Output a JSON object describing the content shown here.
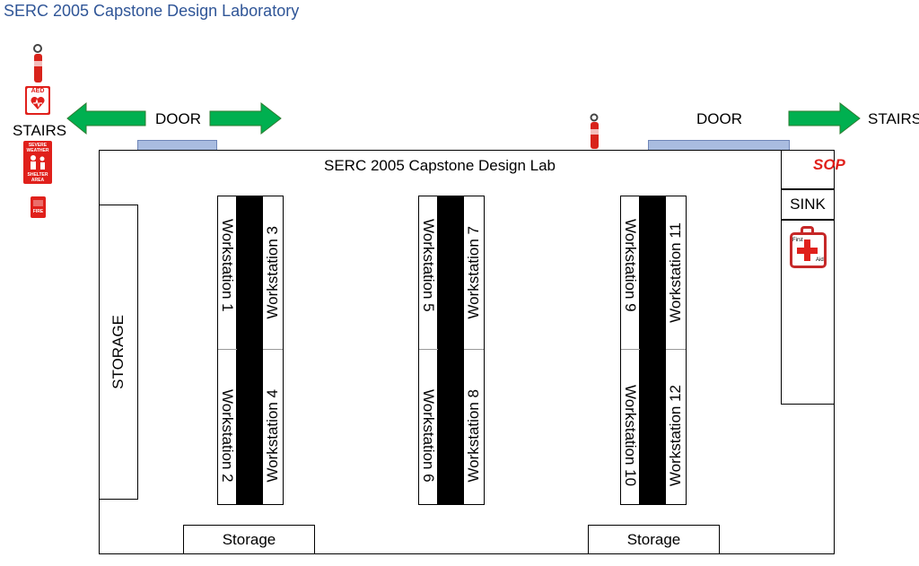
{
  "page_title": "SERC 2005 Capstone Design Laboratory",
  "room_label": "SERC 2005 Capstone Design Lab",
  "left_exit": {
    "stairs": "STAIRS",
    "door": "DOOR"
  },
  "right_exit": {
    "door": "DOOR",
    "stairs": "STAIRS"
  },
  "storage_left": "STORAGE",
  "storage_bottom": [
    "Storage",
    "Storage"
  ],
  "sink": "SINK",
  "sop": "SOP",
  "signs": {
    "aed": "AED",
    "shelter_top": "SEVERE WEATHER",
    "shelter_bottom": "SHELTER AREA",
    "fire": "FIRE",
    "first_aid_1": "First",
    "first_aid_2": "Aid"
  },
  "workstations": {
    "ws1": "Workstation 1",
    "ws2": "Workstation 2",
    "ws3": "Workstation 3",
    "ws4": "Workstation 4",
    "ws5": "Workstation 5",
    "ws6": "Workstation 6",
    "ws7": "Workstation 7",
    "ws8": "Workstation 8",
    "ws9": "Workstation 9",
    "ws10": "Workstation 10",
    "ws11": "Workstation 11",
    "ws12": "Workstation 12"
  },
  "colors": {
    "title": "#2f5597",
    "arrow": "#00b050",
    "door_bar": "#a9bce0",
    "safety_red": "#e0201b"
  }
}
